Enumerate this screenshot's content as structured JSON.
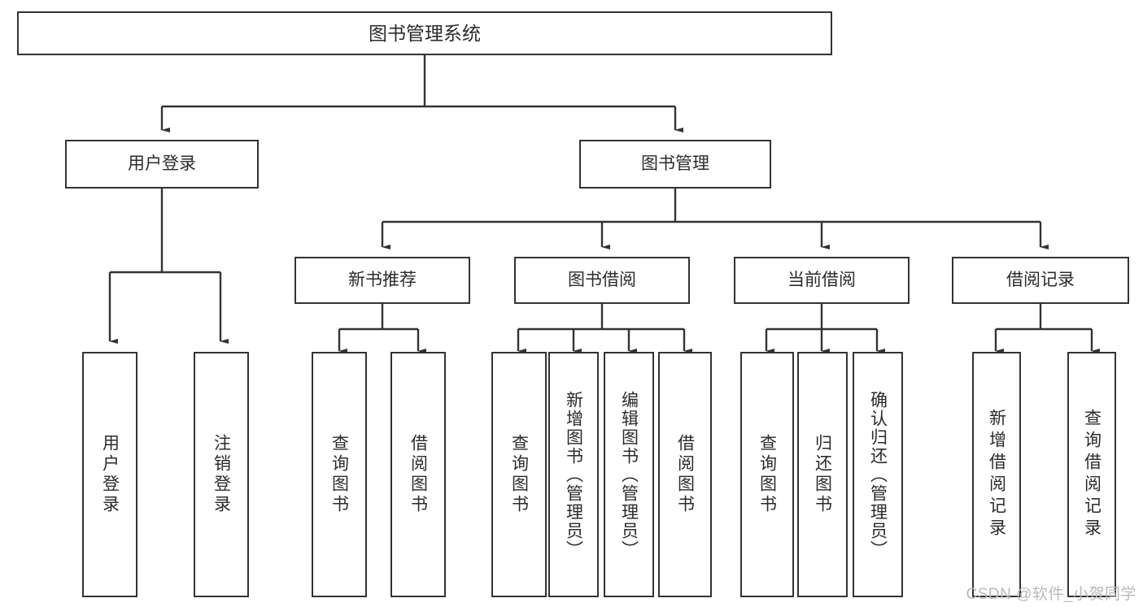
{
  "diagram": {
    "title": "图书管理系统",
    "watermark": "CSDN @软件_小贺同学",
    "accent_color": "#333333",
    "text_color": "#2b2b2b",
    "background_color": "#ffffff",
    "nodes": {
      "root": {
        "label": "图书管理系统"
      },
      "l1": [
        {
          "key": "user_login",
          "label": "用户登录"
        },
        {
          "key": "book_manage",
          "label": "图书管理"
        }
      ],
      "l2": [
        {
          "key": "new_book_rec",
          "label": "新书推荐"
        },
        {
          "key": "book_borrow",
          "label": "图书借阅"
        },
        {
          "key": "current_borrow",
          "label": "当前借阅"
        },
        {
          "key": "borrow_record",
          "label": "借阅记录"
        }
      ],
      "leaves": {
        "user_login": [
          {
            "key": "login",
            "label": "用户登录"
          },
          {
            "key": "logout",
            "label": "注销登录"
          }
        ],
        "new_book_rec": [
          {
            "key": "query_book_1",
            "label": "查询图书"
          },
          {
            "key": "borrow_book_1",
            "label": "借阅图书"
          }
        ],
        "book_borrow": [
          {
            "key": "query_book_2",
            "label": "查询图书"
          },
          {
            "key": "add_book",
            "label": "新增图书（管理员）"
          },
          {
            "key": "edit_book",
            "label": "编辑图书（管理员）"
          },
          {
            "key": "borrow_book_2",
            "label": "借阅图书"
          }
        ],
        "current_borrow": [
          {
            "key": "query_book_3",
            "label": "查询图书"
          },
          {
            "key": "return_book",
            "label": "归还图书"
          },
          {
            "key": "confirm_return",
            "label": "确认归还（管理员）"
          }
        ],
        "borrow_record": [
          {
            "key": "add_record",
            "label": "新增借阅记录"
          },
          {
            "key": "query_record",
            "label": "查询借阅记录"
          }
        ]
      }
    }
  }
}
